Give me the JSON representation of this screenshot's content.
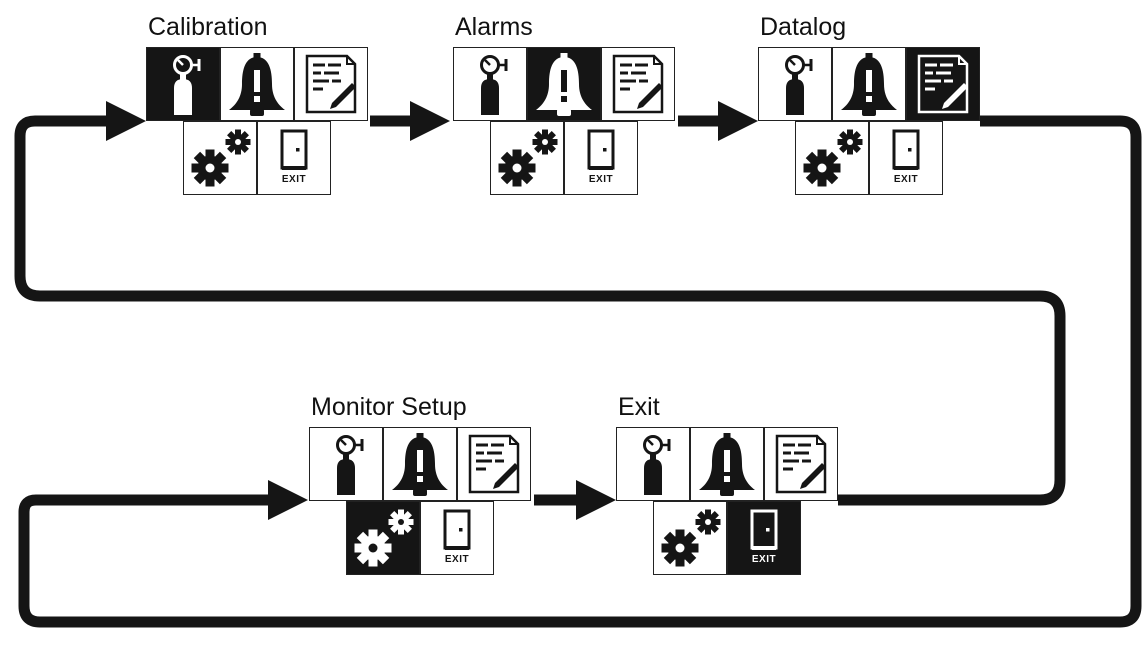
{
  "menus": [
    {
      "title": "Calibration",
      "selected": "calibration"
    },
    {
      "title": "Alarms",
      "selected": "alarms"
    },
    {
      "title": "Datalog",
      "selected": "datalog"
    },
    {
      "title": "Monitor Setup",
      "selected": "setup"
    },
    {
      "title": "Exit",
      "selected": "exit"
    }
  ],
  "tiles": {
    "calibration": {
      "icon": "gas-cylinder-gauge-icon"
    },
    "alarms": {
      "icon": "alarm-bell-icon"
    },
    "datalog": {
      "icon": "datalog-notepad-icon"
    },
    "setup": {
      "icon": "gears-icon"
    },
    "exit": {
      "icon": "exit-door-icon",
      "label": "EXIT"
    }
  },
  "colors": {
    "line": "#151515",
    "selected_fill": "#151515",
    "tile_fill": "#ffffff"
  }
}
